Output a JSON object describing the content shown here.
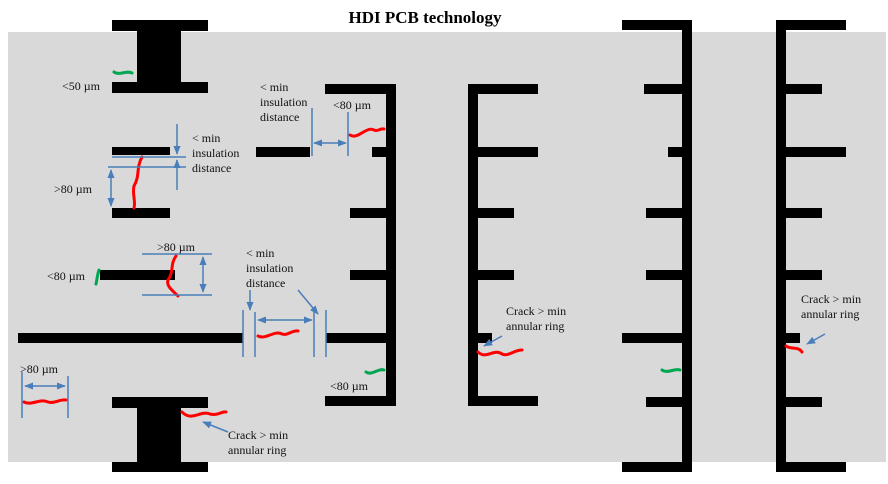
{
  "title": "HDI PCB technology",
  "labels": {
    "lt50": "<50 µm",
    "min_ins_a": [
      "< min",
      "insulation",
      "distance"
    ],
    "lt80_top": "<80 µm",
    "min_ins_b": [
      "< min",
      "insulation",
      "distance"
    ],
    "gt80_left": ">80 µm",
    "gt80_mid": ">80 µm",
    "lt80_left": "<80 µm",
    "min_ins_c": [
      "< min",
      "insulation",
      "distance"
    ],
    "crack_mid": [
      "Crack > min",
      "annular ring"
    ],
    "crack_right": [
      "Crack > min",
      "annular ring"
    ],
    "gt80_bottom": ">80 µm",
    "lt80_bottom": "<80 µm",
    "crack_bottom": [
      "Crack > min",
      "annular ring"
    ]
  },
  "colors": {
    "background": "#d9d9d9",
    "conductor": "#000000",
    "crack": "#ff0000",
    "ok_mark": "#00a651",
    "dimension": "#4a7ebb"
  }
}
